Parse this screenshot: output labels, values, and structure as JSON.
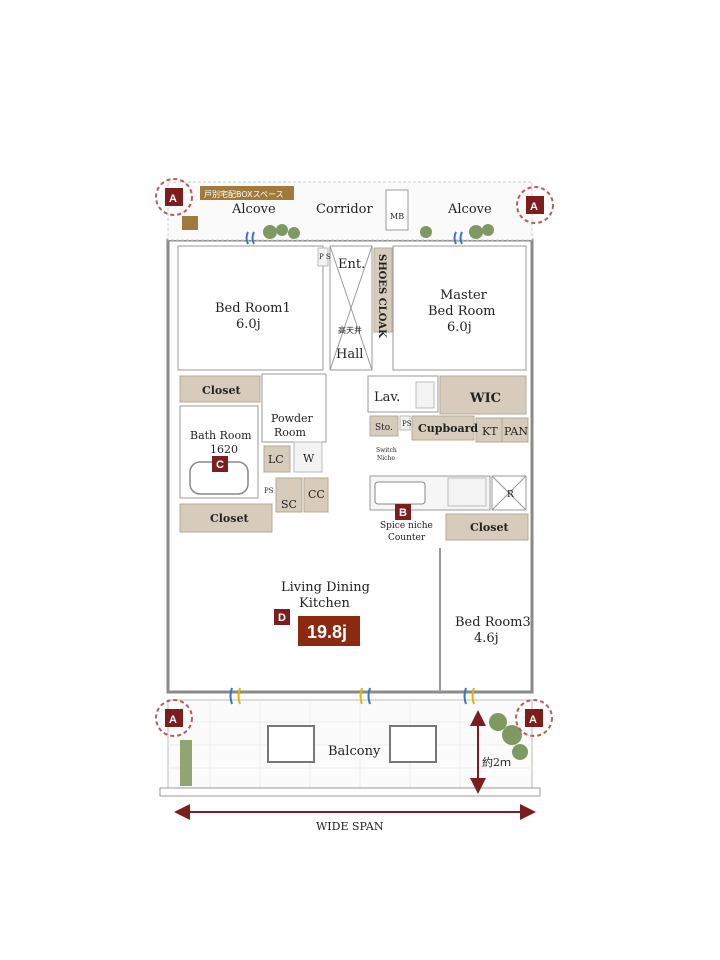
{
  "colors": {
    "accent": "#7c1e1e",
    "size_badge": "#8b2a10",
    "furniture": "#d7ccbc",
    "plant": "#7e9a62"
  },
  "labels": {
    "delivery_box": "戸別宅配BOXスペース",
    "alcove_left": "Alcove",
    "corridor": "Corridor",
    "mb": "MB",
    "alcove_right": "Alcove",
    "ps1": "P S",
    "ent": "Ent.",
    "shoes_cloak": "SHOES CLOAK",
    "high_ceiling": "高天井",
    "hall": "Hall",
    "bedroom1_name": "Bed Room1",
    "bedroom1_size": "6.0j",
    "master_line1": "Master",
    "master_line2": "Bed Room",
    "master_size": "6.0j",
    "closet1": "Closet",
    "lav": "Lav.",
    "wic": "WIC",
    "powder_line1": "Powder",
    "powder_line2": "Room",
    "sto": "Sto.",
    "ps2": "PS",
    "cupboard": "Cupboard",
    "kt": "KT",
    "pan": "PAN",
    "bath_name": "Bath Room",
    "bath_size": "1620",
    "lc": "LC",
    "w": "W",
    "switch_line1": "Switch",
    "switch_line2": "Niche",
    "ps3": "PS",
    "sc": "SC",
    "cc": "CC",
    "r": "R",
    "spice_line1": "Spice niche",
    "spice_line2": "Counter",
    "closet2": "Closet",
    "closet3": "Closet",
    "ldk_line1": "Living Dining",
    "ldk_line2": "Kitchen",
    "ldk_size": "19.8j",
    "bedroom3_name": "Bed Room3",
    "bedroom3_size": "4.6j",
    "balcony": "Balcony",
    "depth": "約2ｍ",
    "wide_span": "WIDE SPAN"
  },
  "markers": {
    "a": "A",
    "b": "B",
    "c": "C",
    "d": "D"
  }
}
